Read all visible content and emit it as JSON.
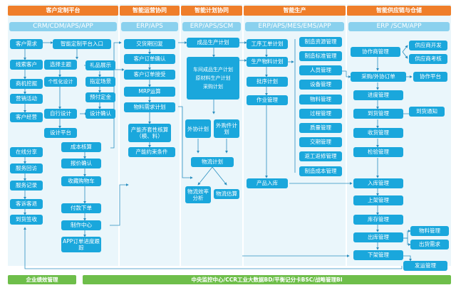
{
  "headers": [
    "客户定制平台",
    "智能运营协同",
    "智能计划协同",
    "智能生产",
    "智能供应链与仓储"
  ],
  "subheaders": [
    "CRM/CDM/APS/APP",
    "ERP/APS",
    "ERP/APS/SCM",
    "ERP/APS/MES/EMS/APP",
    "ERP /SCM/APP"
  ],
  "col1": {
    "left": [
      "客户需求",
      "线索客户",
      "商机挖掘",
      "营销活动",
      "客户经营",
      "在线分享",
      "服务回访",
      "服务记录",
      "客诉客退",
      "到货签收"
    ],
    "mid": [
      "智能定制平台入口",
      "选择主题",
      "个性化设计",
      "自行设计",
      "设计平台",
      "成本核算",
      "报价确认",
      "收藏购物车",
      "付款下单",
      "制作中心",
      "APP订单进度跟踪"
    ],
    "right": [
      "礼品展示",
      "指定场景",
      "预付定金",
      "设计确认"
    ]
  },
  "col2": [
    "交货期回复",
    "客户订单确认",
    "客户订单接受",
    "MRP运算",
    "物料需求计划",
    "产能齐套性核算（模、料）",
    "产能约束条件"
  ],
  "col3": [
    "成品生产计划",
    "车间成品生产计划",
    "原材料生产计划",
    "采购计划",
    "外协计划",
    "外购件计划",
    "物流计划",
    "物流效率分析",
    "物流估算"
  ],
  "col4": {
    "main": [
      "工序工单计划",
      "生产物料计划",
      "批序计划",
      "作业管理",
      "产品入库"
    ],
    "list": [
      "制造资源管理",
      "制造标准管理",
      "人员管理",
      "设备管理",
      "物料管理",
      "过程管理",
      "质量管理",
      "交期管理",
      "返工返修管理",
      "制造成本管理"
    ]
  },
  "col5": [
    "协作商管理",
    "供应商开发",
    "供应商考核",
    "采购/外协订单",
    "协作平台",
    "进度管理",
    "到货管理",
    "到货通知",
    "收货管理",
    "检验管理",
    "入库管理",
    "上架管理",
    "库存管理",
    "出库管理",
    "物料管理",
    "出货需求",
    "下架管理",
    "发运管理"
  ],
  "footer": [
    "企业绩效管理",
    "中央监控中心/CCR工业大数据BD/平衡记分卡BSC/战略管理BI"
  ]
}
